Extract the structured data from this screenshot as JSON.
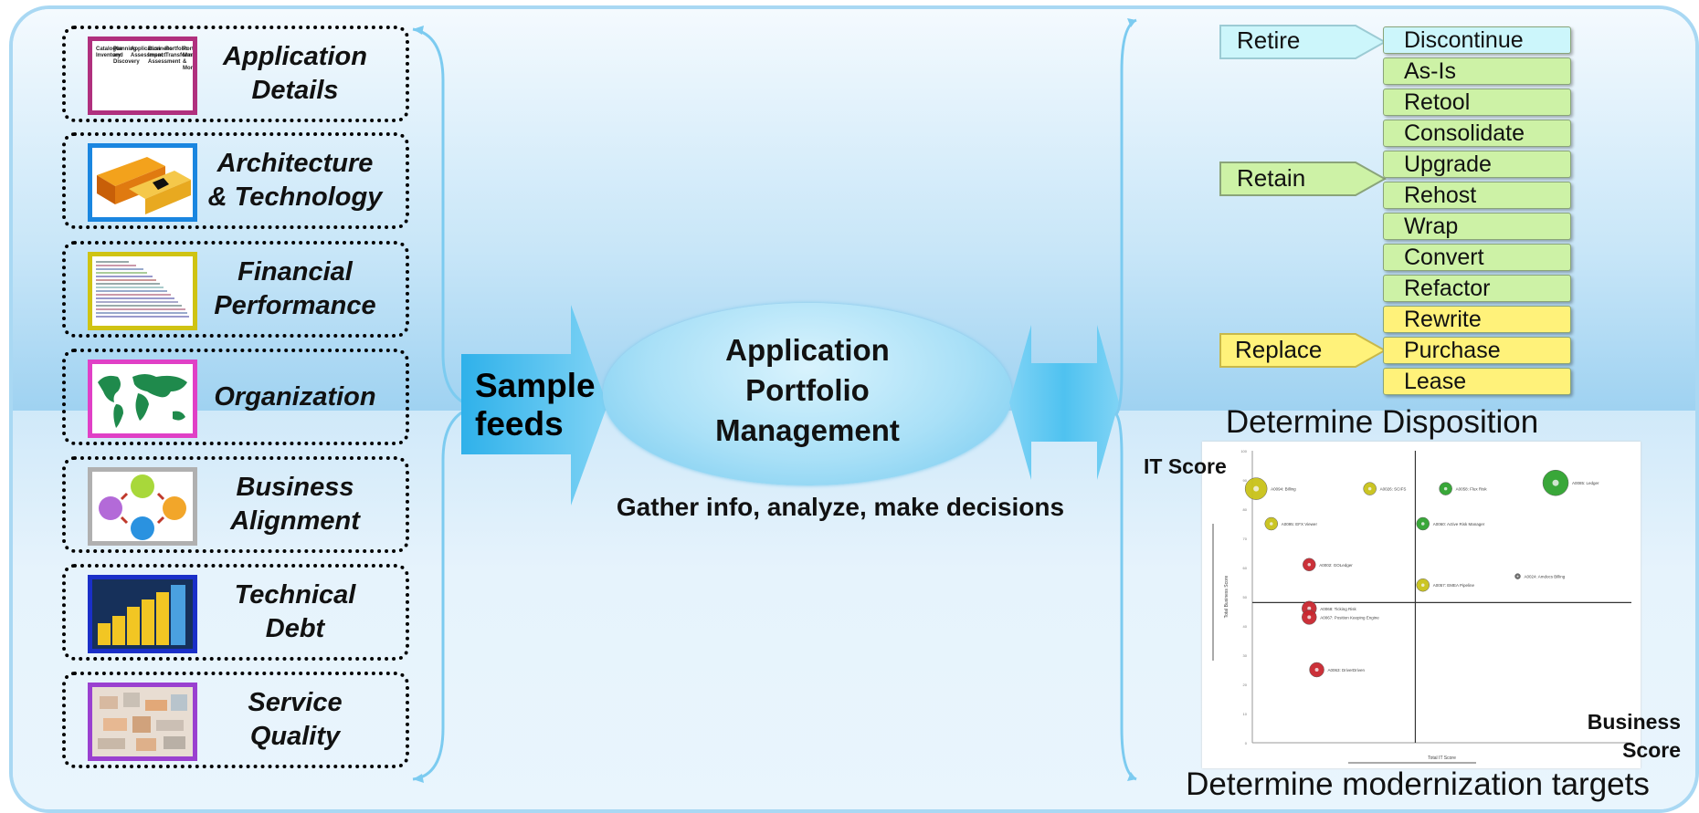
{
  "sources": [
    {
      "label": "Application\nDetails",
      "thumb": "catalogue-table-thumbnail",
      "border": "#c0388f",
      "thumb_border": "#b0307e"
    },
    {
      "label": "Architecture\n& Technology",
      "thumb": "architecture-cubes-thumbnail",
      "border": "#1a78d6",
      "thumb_border": "#1a86e0"
    },
    {
      "label": "Financial\nPerformance",
      "thumb": "financial-bar-thumbnail",
      "border": "#d6c91a",
      "thumb_border": "#cfc313"
    },
    {
      "label": "Organization",
      "thumb": "world-map-thumbnail",
      "border": "#e040c6",
      "thumb_border": "#e040c6"
    },
    {
      "label": "Business\nAlignment",
      "thumb": "business-cycle-thumbnail",
      "border": "#b8b8b8",
      "thumb_border": "#b0b0b0"
    },
    {
      "label": "Technical\nDebt",
      "thumb": "technical-debt-bars-thumbnail",
      "border": "#1a2fc8",
      "thumb_border": "#1a2fc8"
    },
    {
      "label": "Service\nQuality",
      "thumb": "service-quality-mosaic-thumbnail",
      "border": "#a040d8",
      "thumb_border": "#9a40d0"
    }
  ],
  "thumb_text": {
    "catalogue": [
      "Catalogue Inventory",
      "Planning and Discovery",
      "Application Assessment",
      "Business Impact Assessment",
      "Portfolio Transformation",
      "Portfolio Management & Monitoring"
    ]
  },
  "feeds_label": "Sample\nfeeds",
  "center_title": "Application\nPortfolio\nManagement",
  "center_caption": "Gather info, analyze, make decisions",
  "dispositions": [
    {
      "label": "Discontinue",
      "color": "#ccf6fb"
    },
    {
      "label": "As-Is",
      "color": "#cdf2a6"
    },
    {
      "label": "Retool",
      "color": "#cdf2a6"
    },
    {
      "label": "Consolidate",
      "color": "#cdf2a6"
    },
    {
      "label": "Upgrade",
      "color": "#cdf2a6"
    },
    {
      "label": "Rehost",
      "color": "#cdf2a6"
    },
    {
      "label": "Wrap",
      "color": "#cdf2a6"
    },
    {
      "label": "Convert",
      "color": "#cdf2a6"
    },
    {
      "label": "Refactor",
      "color": "#cdf2a6"
    },
    {
      "label": "Rewrite",
      "color": "#fff27a"
    },
    {
      "label": "Purchase",
      "color": "#fff27a"
    },
    {
      "label": "Lease",
      "color": "#fff27a"
    }
  ],
  "categories": [
    {
      "label": "Retire",
      "color": "#ccf6fb"
    },
    {
      "label": "Retain",
      "color": "#cdf2a6"
    },
    {
      "label": "Replace",
      "color": "#fff27a"
    }
  ],
  "disposition_title": "Determine Disposition",
  "modernization_title": "Determine modernization targets",
  "it_score_label": "IT Score",
  "business_score_label": "Business\nScore",
  "chart_data": {
    "type": "scatter",
    "xlabel": "Total IT Score",
    "ylabel": "Total Business Score",
    "xlim": [
      0,
      100
    ],
    "ylim": [
      0,
      100
    ],
    "divider": {
      "x": 43,
      "y": 48
    },
    "points": [
      {
        "label": "A0094: Billing",
        "x": 1,
        "y": 87,
        "size": 12,
        "color": "#c9c219"
      },
      {
        "label": "A0026: SCIFS",
        "x": 31,
        "y": 87,
        "size": 7,
        "color": "#c9c219"
      },
      {
        "label": "A0058: Flux Risk",
        "x": 51,
        "y": 87,
        "size": 7,
        "color": "#2fa32f"
      },
      {
        "label": "A0085: Ledger",
        "x": 80,
        "y": 89,
        "size": 14,
        "color": "#2fa32f"
      },
      {
        "label": "A0095: EFX Viewer",
        "x": 5,
        "y": 75,
        "size": 7,
        "color": "#c9c219"
      },
      {
        "label": "A0060: Active Risk Manager",
        "x": 45,
        "y": 75,
        "size": 7,
        "color": "#2fa32f"
      },
      {
        "label": "A0002: GOLedger",
        "x": 15,
        "y": 61,
        "size": 7,
        "color": "#c9272f"
      },
      {
        "label": "A0024: Amdocs Billing",
        "x": 70,
        "y": 57,
        "size": 3,
        "color": "#666666"
      },
      {
        "label": "A0057: EMEA Pipeline",
        "x": 45,
        "y": 54,
        "size": 7,
        "color": "#c9c219"
      },
      {
        "label": "A0068: Ticking Risk",
        "x": 15,
        "y": 46,
        "size": 8,
        "color": "#c9272f"
      },
      {
        "label": "A0067: Position Keeping Engine",
        "x": 15,
        "y": 43,
        "size": 8,
        "color": "#c9272f"
      },
      {
        "label": "A0063: DriverDriven",
        "x": 17,
        "y": 25,
        "size": 8,
        "color": "#c9272f"
      }
    ]
  }
}
